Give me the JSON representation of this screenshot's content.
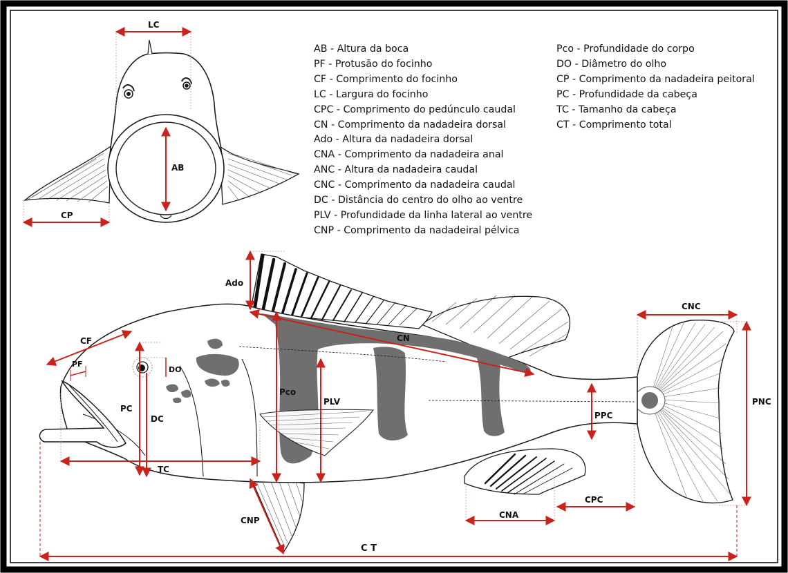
{
  "legend": {
    "left": [
      "AB - Altura da boca",
      "PF - Protusão do focinho",
      "CF - Comprimento do focinho",
      "LC - Largura do focinho",
      "CPC - Comprimento do pedúnculo caudal",
      "CN - Comprimento da nadadeira dorsal",
      "Ado - Altura da nadadeira dorsal",
      "CNA - Comprimento da nadadeira anal",
      "ANC - Altura da nadadeira caudal",
      "CNC - Comprimento da nadadeira caudal",
      "DC - Distância do centro do olho ao ventre",
      "PLV - Profundidade da linha lateral ao ventre",
      "CNP - Comprimento da nadadeiral pélvica"
    ],
    "right": [
      "Pco - Profundidade do corpo",
      "DO - Diâmetro do olho",
      "CP - Comprimento da nadadeira peitoral",
      "PC - Profundidade da cabeça",
      "TC - Tamanho da cabeça",
      "CT - Comprimento total"
    ]
  },
  "labels": {
    "lc": "LC",
    "ab": "AB",
    "cp": "CP",
    "ado": "Ado",
    "cf": "CF",
    "pf": "PF",
    "do": "DO",
    "pc": "PC",
    "dc": "DC",
    "tc": "TC",
    "pco": "Pco",
    "plv": "PLV",
    "cn": "CN",
    "cnc": "CNC",
    "pnc": "PNC",
    "ppc": "PPC",
    "cpc": "CPC",
    "cna": "CNA",
    "cnp": "CNP",
    "ct": "C T"
  },
  "colors": {
    "measure": "#c8231d",
    "guide": "#e08a7a",
    "stripe": "#6f6f6f",
    "outline": "#1a1a1a",
    "frame": "#000000"
  }
}
